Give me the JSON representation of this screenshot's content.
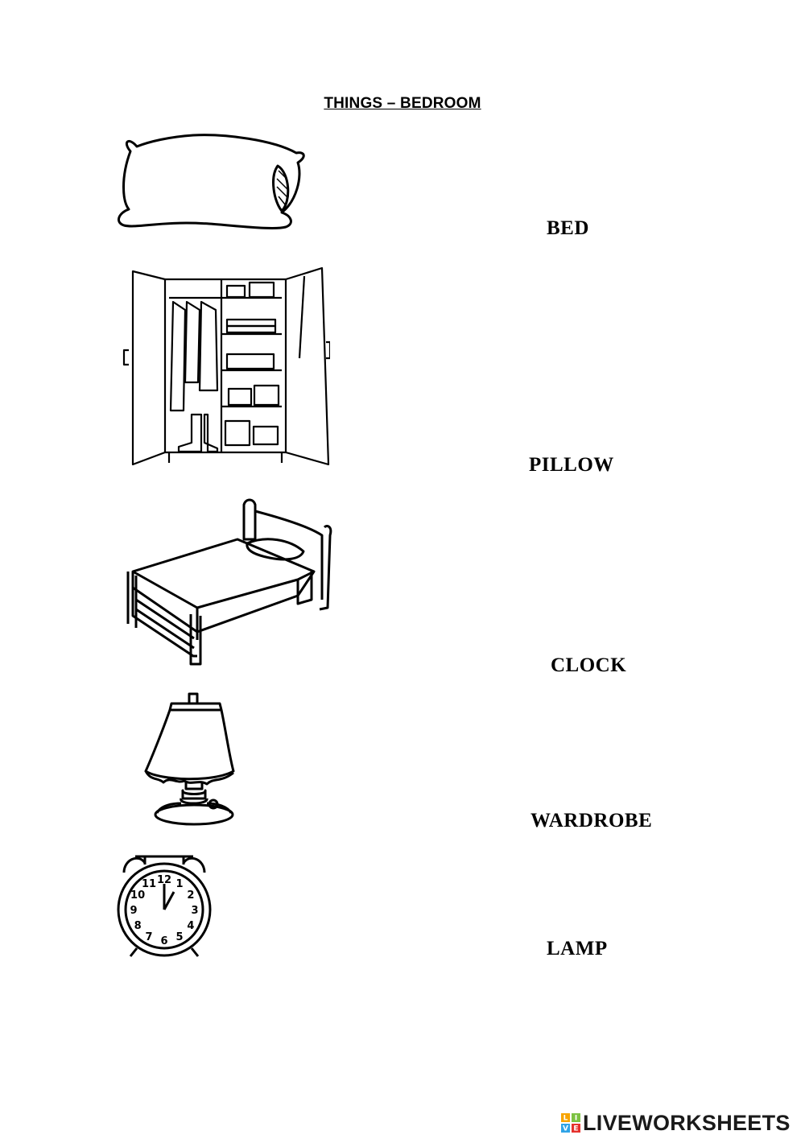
{
  "title": "THINGS – BEDROOM",
  "pictures": [
    {
      "name": "pillow-picture"
    },
    {
      "name": "wardrobe-picture"
    },
    {
      "name": "bed-picture"
    },
    {
      "name": "lamp-picture"
    },
    {
      "name": "clock-picture"
    }
  ],
  "words": [
    "BED",
    "PILLOW",
    "CLOCK",
    "WARDROBE",
    "LAMP"
  ],
  "clock_numbers": [
    "12",
    "1",
    "2",
    "3",
    "4",
    "5",
    "6",
    "7",
    "8",
    "9",
    "10",
    "11"
  ],
  "brand": {
    "text": "LIVEWORKSHEETS",
    "logo_letters": [
      "L",
      "I",
      "V",
      "E"
    ]
  }
}
